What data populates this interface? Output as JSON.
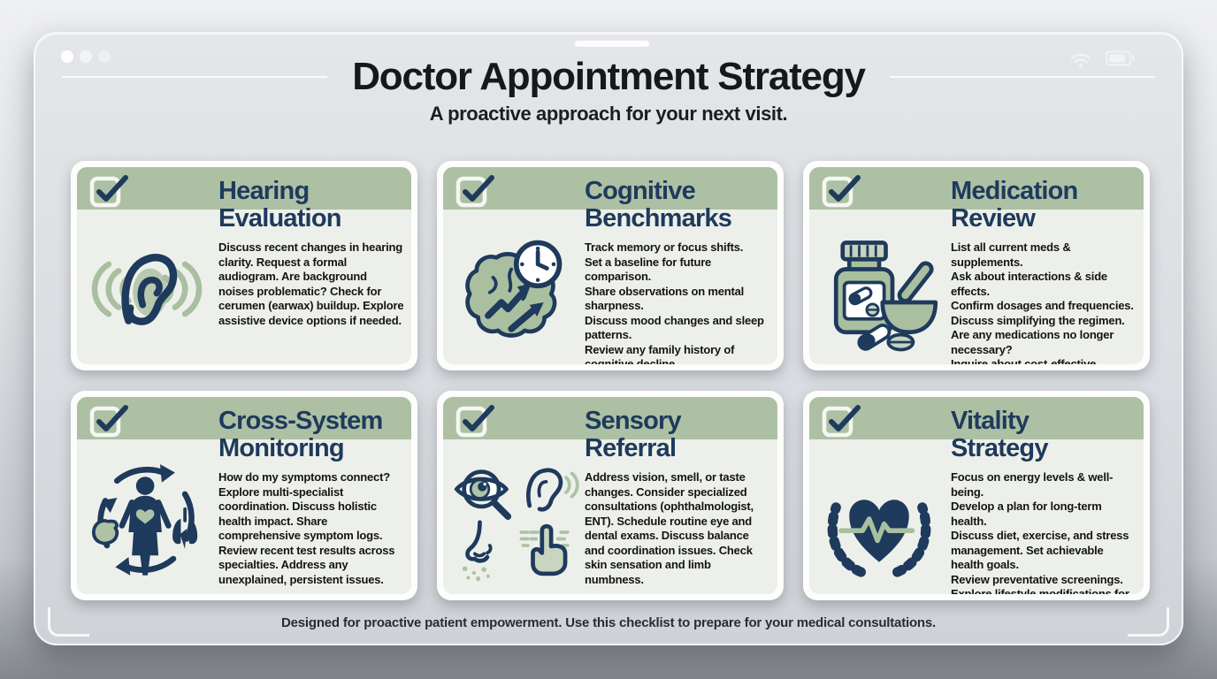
{
  "colors": {
    "accent_sage": "#adc0a4",
    "navy": "#1e3a5c",
    "card_body_bg": "#edf0ea",
    "card_white": "#fdfdfc",
    "window_bg": "#dadde1"
  },
  "window": {
    "traffic_dots": 3,
    "status_icons": [
      "wifi-icon",
      "battery-icon"
    ]
  },
  "header": {
    "title": "Doctor Appointment Strategy",
    "subtitle": "A proactive approach for your next visit."
  },
  "cards": [
    {
      "icon": "ear-icon",
      "title_lines": [
        "Hearing",
        "Evaluation"
      ],
      "body": [
        "Discuss recent changes in hearing clarity. Request a formal audiogram. Are background noises problematic? Check for cerumen (earwax) buildup. Explore assistive device options if needed."
      ]
    },
    {
      "icon": "brain-clock-icon",
      "title_lines": [
        "Cognitive",
        "Benchmarks"
      ],
      "body": [
        "Track memory or focus shifts.",
        "Set a baseline for future comparison.",
        "Share observations on mental sharpness.",
        "Discuss mood changes and sleep patterns.",
        "Review any family history of cognitive decline."
      ]
    },
    {
      "icon": "medication-icon",
      "title_lines": [
        "Medication",
        "Review"
      ],
      "body": [
        "List all current meds & supplements.",
        "Ask about interactions & side effects.",
        "Confirm dosages and frequencies.",
        "Discuss simplifying the regimen.",
        "Are any medications no longer necessary?",
        "Inquire about cost-effective alternatives."
      ]
    },
    {
      "icon": "body-systems-icon",
      "title_lines": [
        "Cross-System",
        "Monitoring"
      ],
      "body": [
        "How do my symptoms connect? Explore multi-specialist coordination. Discuss holistic health impact. Share comprehensive symptom logs. Review recent test results across specialties. Address any unexplained, persistent issues."
      ]
    },
    {
      "icon": "senses-icon",
      "title_lines": [
        "Sensory",
        "Referral"
      ],
      "body": [
        "Address vision, smell, or taste changes. Consider specialized consultations (ophthalmologist, ENT). Schedule routine eye and dental exams. Discuss balance and coordination issues. Check skin sensation and limb numbness."
      ]
    },
    {
      "icon": "heart-wreath-icon",
      "title_lines": [
        "Vitality",
        "Strategy"
      ],
      "body": [
        "Focus on energy levels & well-being.",
        "Develop a plan for long-term health.",
        "Discuss diet, exercise, and stress management. Set achievable health goals.",
        "Review preventative screenings. Explore lifestyle modifications for longevity."
      ]
    }
  ],
  "footer": {
    "note": "Designed for proactive patient empowerment. Use this checklist to prepare for your medical consultations."
  }
}
